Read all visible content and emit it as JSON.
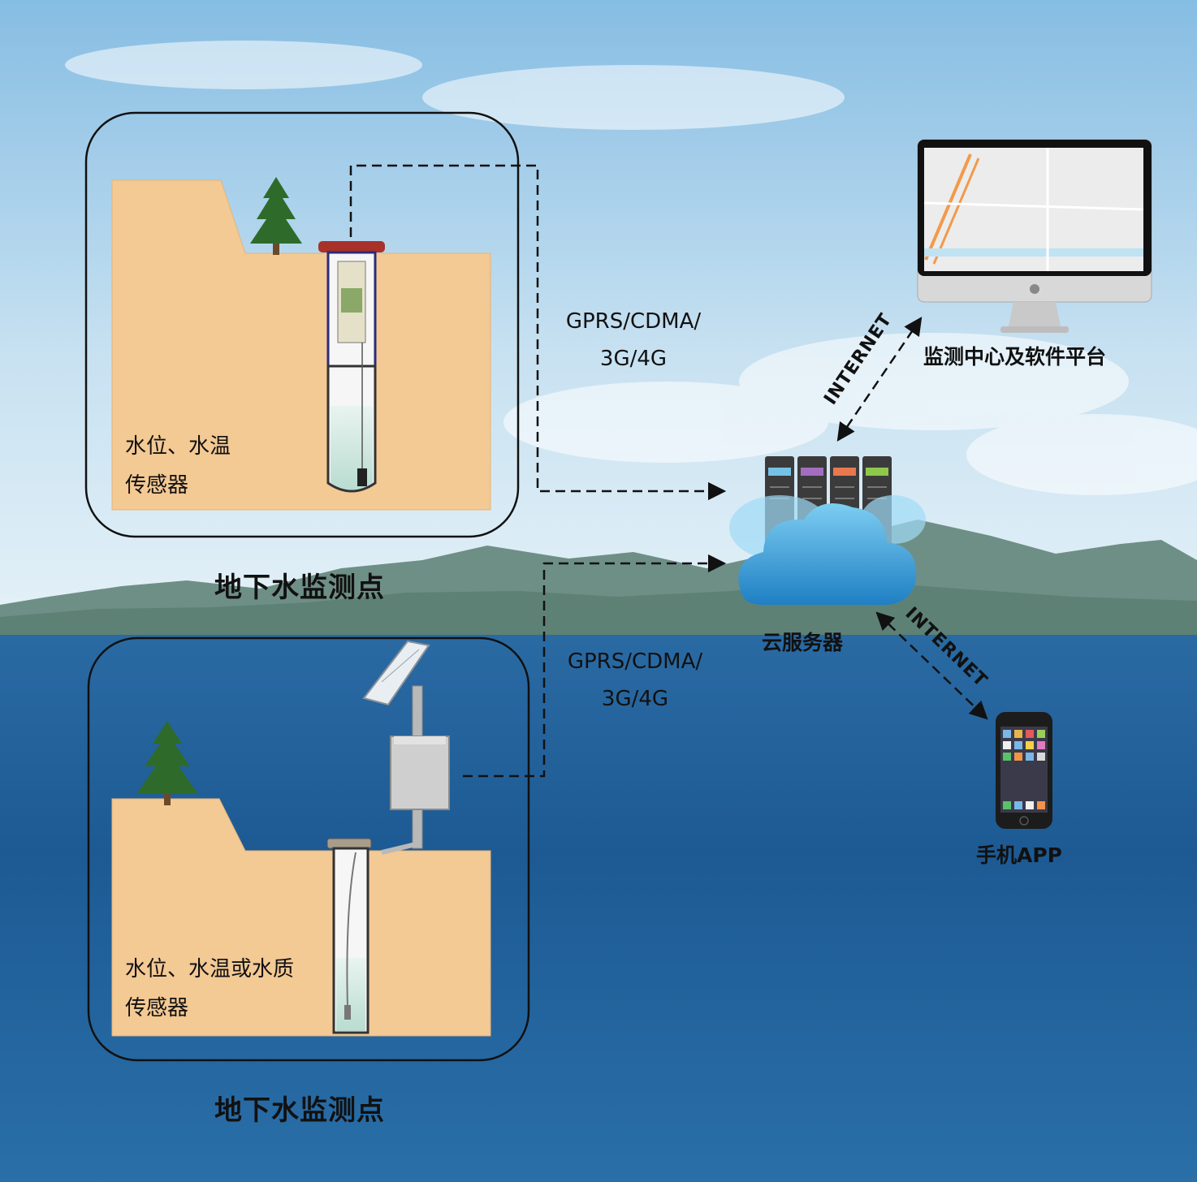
{
  "stations": [
    {
      "title": "地下水监测点",
      "sensor_line1": "水位、水温",
      "sensor_line2": "传感器"
    },
    {
      "title": "地下水监测点",
      "sensor_line1": "水位、水温或水质",
      "sensor_line2": "传感器"
    }
  ],
  "links": {
    "upper": {
      "line1": "GPRS/CDMA/",
      "line2": "3G/4G"
    },
    "lower": {
      "line1": "GPRS/CDMA/",
      "line2": "3G/4G"
    },
    "internet_top": "INTERNET",
    "internet_bottom": "INTERNET"
  },
  "nodes": {
    "cloud_server": "云服务器",
    "monitoring_center": "监测中心及软件平台",
    "mobile_app": "手机APP"
  },
  "icons": [
    "tree-icon",
    "well-icon",
    "solar-panel-icon",
    "control-box-icon",
    "server-rack-icon",
    "cloud-icon",
    "monitor-icon",
    "phone-icon"
  ],
  "colors": {
    "sky_top": "#8ec3e6",
    "sky_bottom": "#d7ebf6",
    "sea": "#1f5f99",
    "ground": "#f3c994",
    "tree": "#2e6b2a",
    "cloud": "#3aa3db"
  }
}
